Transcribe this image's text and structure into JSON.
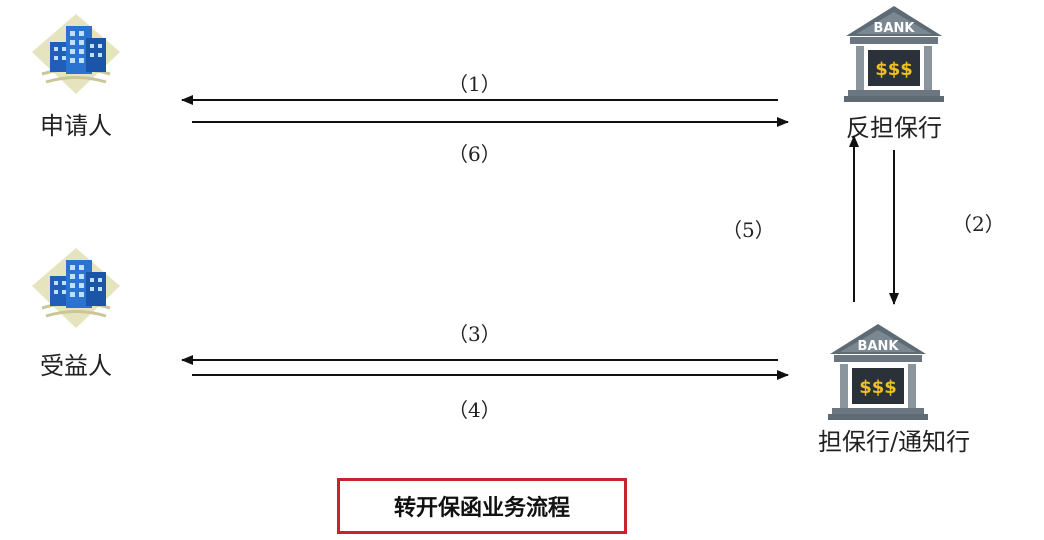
{
  "parties": {
    "applicant": {
      "label": "申请人"
    },
    "beneficiary": {
      "label": "受益人"
    },
    "counter_guarantor": {
      "label": "反担保行",
      "icon_text": "BANK",
      "icon_sign": "$$$"
    },
    "guarantor": {
      "label": "担保行/通知行",
      "icon_text": "BANK",
      "icon_sign": "$$$"
    }
  },
  "steps": {
    "s1": "（1）",
    "s2": "（2）",
    "s3": "（3）",
    "s4": "（4）",
    "s5": "（5）",
    "s6": "（6）"
  },
  "title": "转开保函业务流程",
  "colors": {
    "title_border": "#c8232c",
    "arrow": "#111111",
    "building": "#2a6fc9",
    "bank": "#6b7680",
    "bank_sign": "#f0c020"
  }
}
